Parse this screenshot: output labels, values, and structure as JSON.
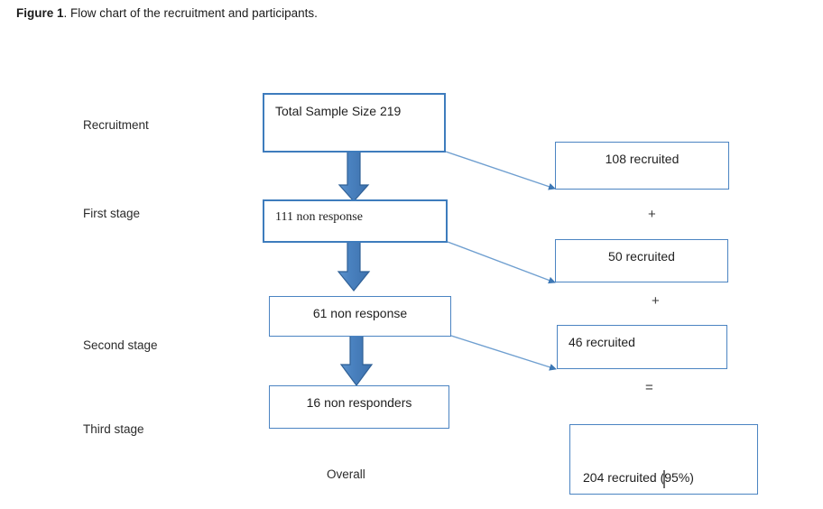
{
  "caption": {
    "figure_number": "Figure 1",
    "text": ". Flow chart of the recruitment and participants."
  },
  "stage_labels": [
    {
      "name": "recruitment",
      "label": "Recruitment"
    },
    {
      "name": "first-stage",
      "label": "First stage"
    },
    {
      "name": "second-stage",
      "label": "Second stage"
    },
    {
      "name": "third-stage",
      "label": "Third stage"
    },
    {
      "name": "overall",
      "label": "Overall"
    }
  ],
  "flow_nodes": {
    "total_sample": "Total Sample Size 219",
    "non_response_1": "111 non response",
    "non_response_2": "61 non response",
    "non_responders_3": "16 non responders"
  },
  "recruited_nodes": {
    "stage_1": "108 recruited",
    "stage_2": "50 recruited",
    "stage_3": "46 recruited",
    "total": "204 recruited (95%)"
  },
  "operators": {
    "plus_1": "+",
    "plus_2": "+",
    "equals": "="
  },
  "chart_data": {
    "type": "diagram",
    "title": "Flow chart of the recruitment and participants",
    "total_sample_size": 219,
    "stages": [
      {
        "stage": "First stage",
        "recruited": 108,
        "non_response": 111
      },
      {
        "stage": "Second stage",
        "recruited": 50,
        "non_response": 61
      },
      {
        "stage": "Third stage",
        "recruited": 46,
        "non_response": 16
      }
    ],
    "overall_recruited": 204,
    "overall_percent": "95%"
  },
  "colors": {
    "box_border": "#3e7cbd",
    "arrow_fill": "#4a82c0",
    "arrow_stroke": "#2f6096",
    "connector": "#6f9fd0"
  }
}
